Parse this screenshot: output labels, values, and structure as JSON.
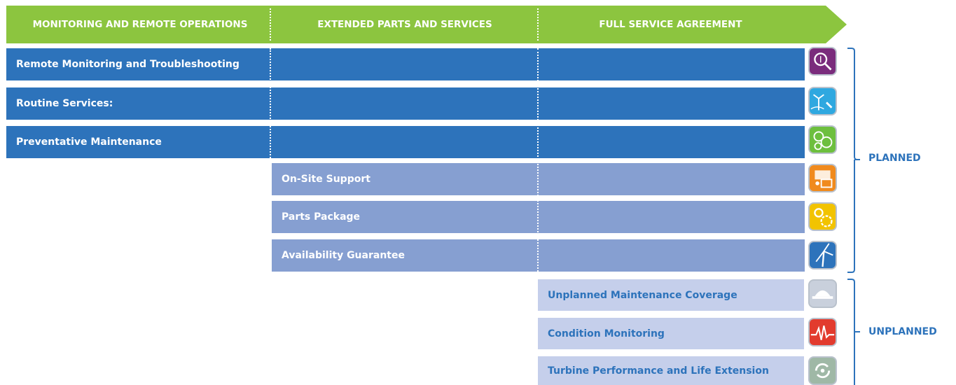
{
  "header": {
    "columns": [
      "MONITORING AND REMOTE OPERATIONS",
      "EXTENDED PARTS AND SERVICES",
      "FULL SERVICE AGREEMENT"
    ]
  },
  "rows": [
    {
      "label": "Remote Monitoring and Troubleshooting",
      "icon": "magnifier-turbine-icon"
    },
    {
      "label": "Routine Services:",
      "icon": "turbine-wrench-icon"
    },
    {
      "label": "Preventative Maintenance",
      "icon": "gears-turbine-icon"
    },
    {
      "label": "On-Site Support",
      "icon": "truck-support-icon"
    },
    {
      "label": "Parts Package",
      "icon": "sun-gear-icon"
    },
    {
      "label": "Availability Guarantee",
      "icon": "wind-turbine-icon"
    },
    {
      "label": "Unplanned Maintenance Coverage",
      "icon": "hardhat-icon"
    },
    {
      "label": "Condition Monitoring",
      "icon": "pulse-turbine-icon"
    },
    {
      "label": "Turbine Performance and Life Extension",
      "icon": "cycle-arrows-icon"
    }
  ],
  "groups": {
    "planned": "PLANNED",
    "unplanned": "UNPLANNED"
  },
  "colors": {
    "header_green": "#8cc53f",
    "dark_blue": "#2d73bb",
    "mid_blue": "#869fd1",
    "light_blue": "#c5cfeb"
  }
}
